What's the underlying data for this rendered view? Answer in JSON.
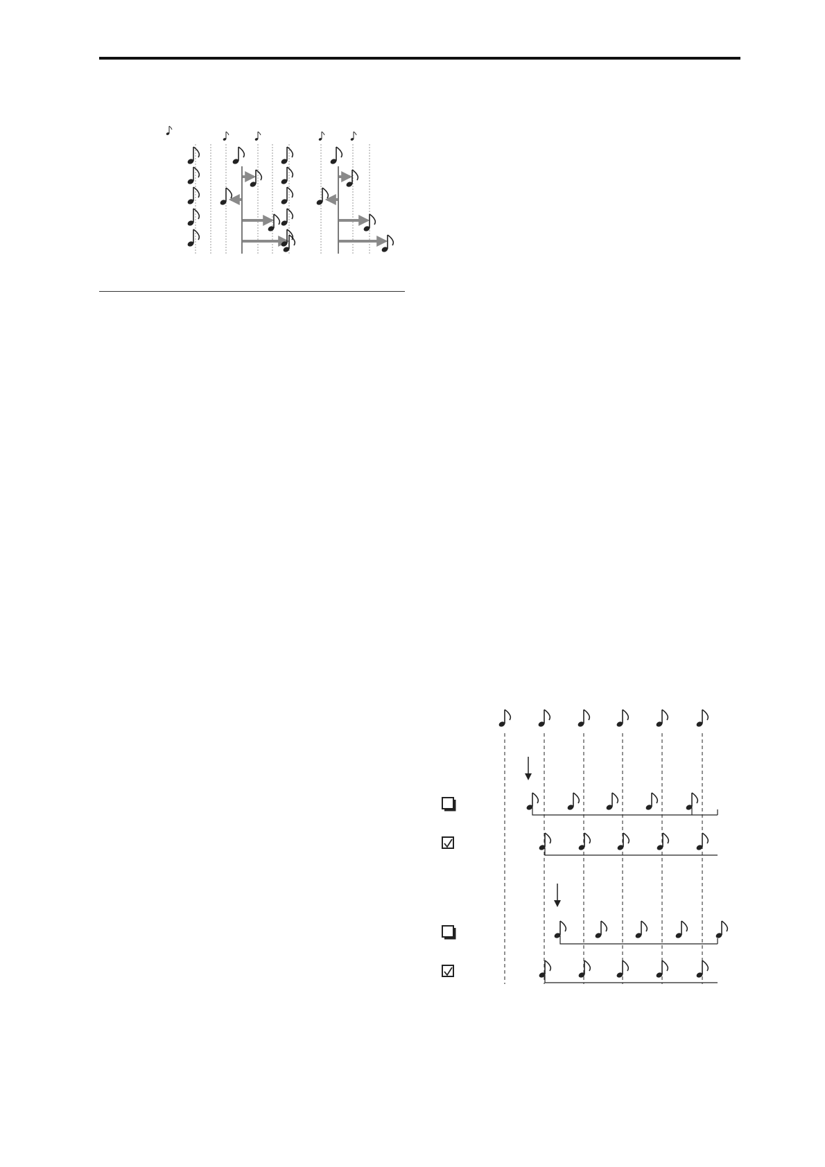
{
  "page": {
    "header_rule": true,
    "section_rule": true
  },
  "figure1": {
    "note_icon": "eighth-note-icon",
    "arrow_color": "#8a8a8a",
    "rows": 5,
    "text": []
  },
  "figure2": {
    "note_icon": "eighth-note-icon",
    "checkbox_states": [
      "unchecked",
      "checked",
      "unchecked",
      "checked"
    ],
    "checkbox_glyphs": [
      "❑",
      "☑"
    ],
    "text": []
  }
}
